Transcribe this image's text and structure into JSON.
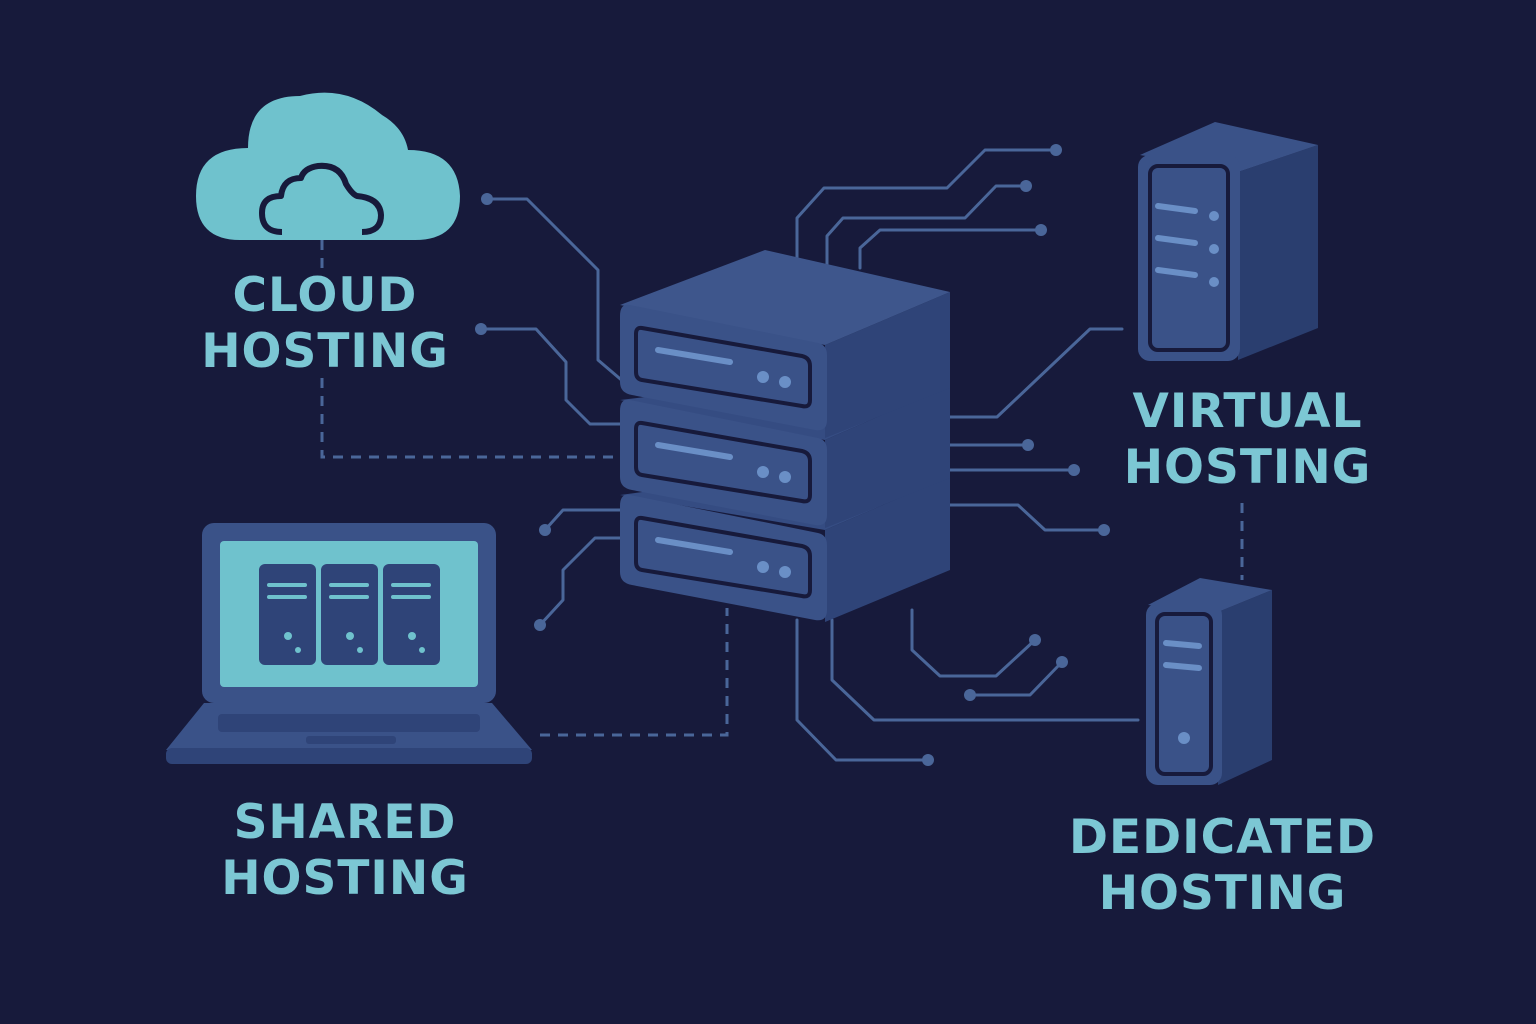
{
  "labels": {
    "cloud": {
      "line1": "CLOUD",
      "line2": "HOSTING"
    },
    "virtual": {
      "line1": "VIRTUAL",
      "line2": "HOSTING"
    },
    "shared": {
      "line1": "SHARED",
      "line2": "HOSTING"
    },
    "dedicated": {
      "line1": "DEDICATED",
      "line2": "HOSTING"
    }
  },
  "icons": [
    "cloud-icon",
    "server-rack-icon",
    "tower-server-icon",
    "laptop-icon"
  ],
  "colors": {
    "background": "#171a3b",
    "accent": "#7cc7d4",
    "server_front": "#3a5288",
    "server_top": "#3e568c",
    "server_side": "#2f4478",
    "line": "#4a6699"
  }
}
